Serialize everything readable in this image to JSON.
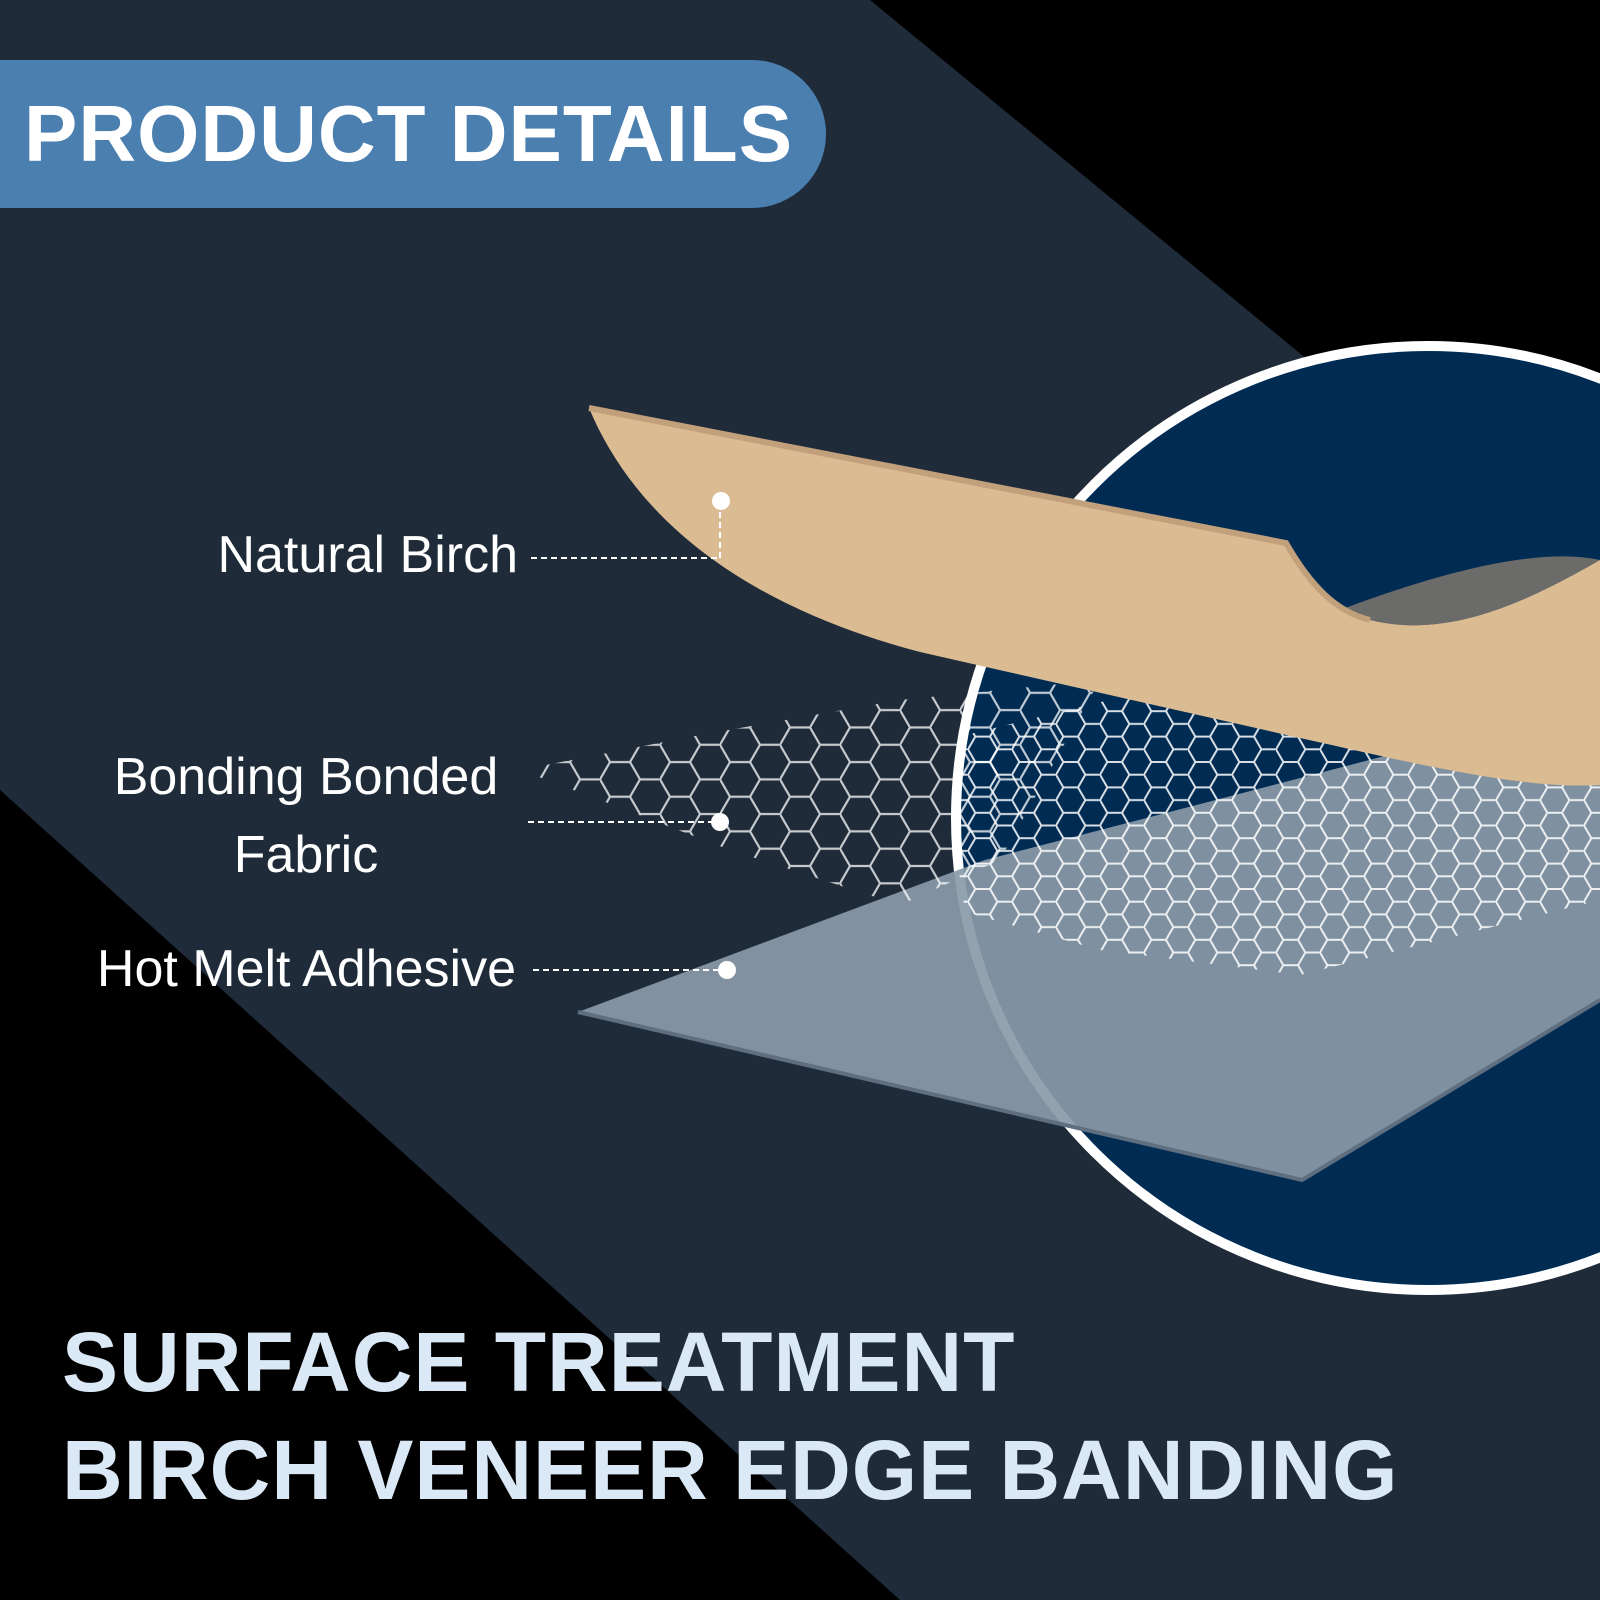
{
  "banner": {
    "title": "PRODUCT DETAILS"
  },
  "layers": [
    {
      "label": "Natural Birch"
    },
    {
      "label_lines": [
        "Bonding Bonded",
        "Fabric"
      ]
    },
    {
      "label": "Hot Melt Adhesive"
    }
  ],
  "headline": {
    "line1": "SURFACE TREATMENT",
    "line2": "BIRCH VENEER EDGE BANDING"
  },
  "colors": {
    "background": "#000000",
    "diagonal_band": "#1f2b39",
    "banner": "#4a7fb0",
    "circle_fill": "#002c54",
    "circle_ring": "#ffffff",
    "birch": "#dbbb92",
    "birch_edge": "#c2a07b",
    "adhesive": "#8a9aa8",
    "mesh": "#ffffff",
    "headline_text": "#dbe8f5",
    "label_text": "#ffffff"
  }
}
